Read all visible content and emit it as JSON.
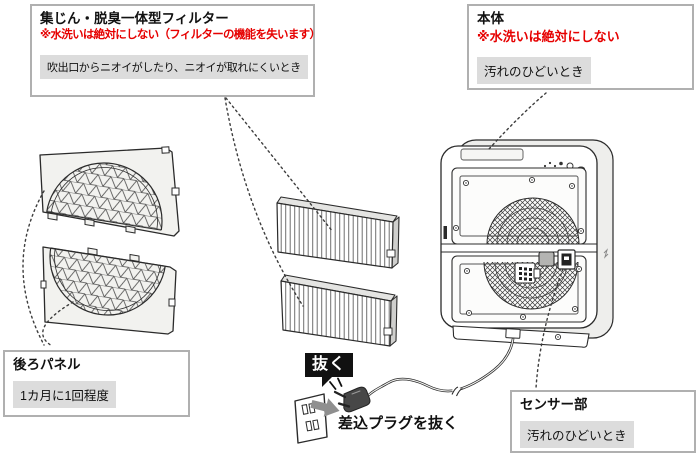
{
  "diagram": {
    "filter_callout": {
      "title": "集じん・脱臭一体型フィルター",
      "warning": "※水洗いは絶対にしない（フィルターの機能を失います）",
      "condition": "吹出口からニオイがしたり、ニオイが取れにくいとき"
    },
    "body_callout": {
      "title": "本体",
      "warning": "※水洗いは絶対にしない",
      "condition": "汚れのひどいとき"
    },
    "rear_panel_callout": {
      "title": "後ろパネル",
      "condition": "1カ月に1回程度"
    },
    "sensor_callout": {
      "title": "センサー部",
      "condition": "汚れのひどいとき"
    },
    "unplug_badge": "抜く",
    "unplug_caption": "差込プラグを抜く"
  },
  "colors": {
    "warning_red": "#e60000",
    "condition_bg": "#dcdcdc",
    "box_border": "#b0b0b0",
    "badge_bg": "#111111",
    "line_color": "#2b2b2b"
  }
}
